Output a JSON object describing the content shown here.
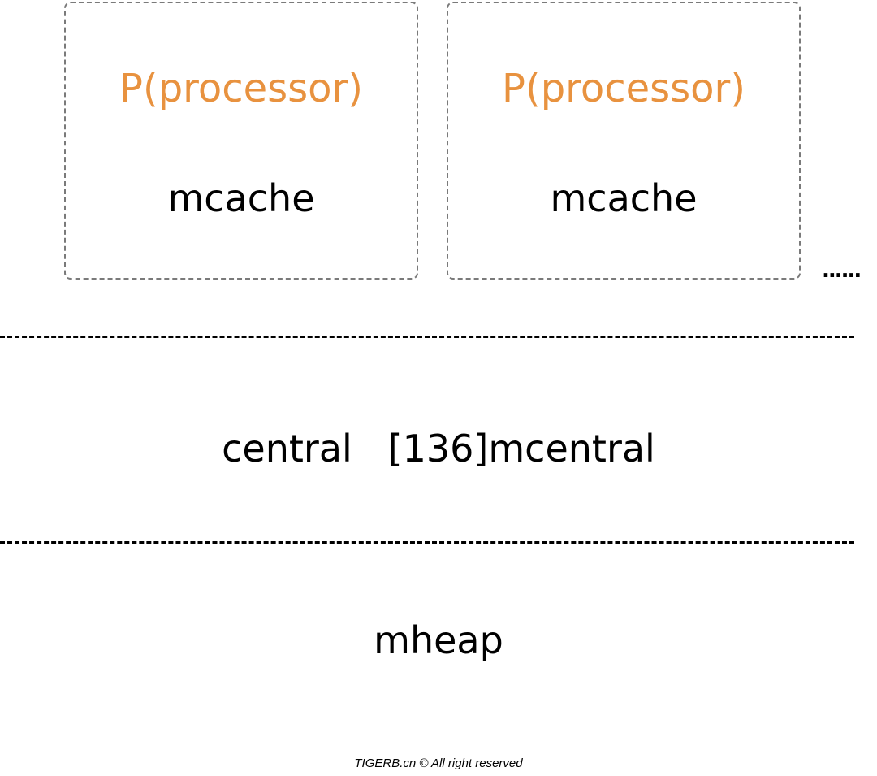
{
  "processors": [
    {
      "title": "P(processor)",
      "cache": "mcache"
    },
    {
      "title": "P(processor)",
      "cache": "mcache"
    }
  ],
  "more_indicator": "......",
  "central": {
    "label": "central   [136]mcentral"
  },
  "heap": {
    "label": "mheap"
  },
  "footer": {
    "text": "TIGERB.cn © All right reserved"
  },
  "colors": {
    "processor_title": "#e8923f",
    "box_border": "#7a7a7a",
    "divider": "#000000",
    "text": "#000000"
  }
}
